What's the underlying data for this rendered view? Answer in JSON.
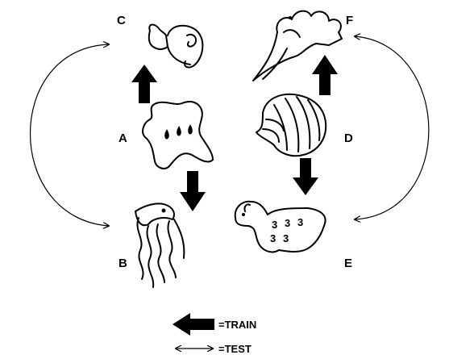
{
  "labels": {
    "a": "A",
    "b": "B",
    "c": "C",
    "d": "D",
    "e": "E",
    "f": "F"
  },
  "digits": [
    "3",
    "3",
    "3",
    "3",
    "3"
  ],
  "legend": {
    "train": "=TRAIN",
    "test": "=TEST"
  },
  "colors": {
    "ink": "#000000",
    "paper": "#ffffff"
  }
}
